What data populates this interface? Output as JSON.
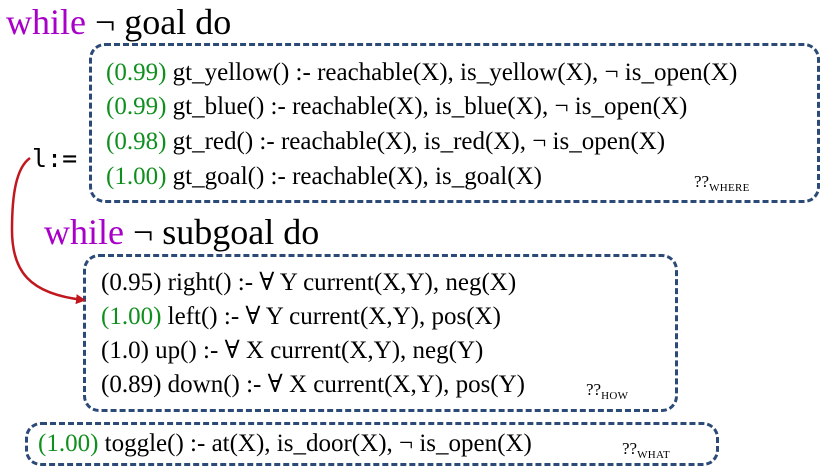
{
  "outer_loop": {
    "keyword": "while",
    "negation": "¬",
    "condition": "goal do"
  },
  "assignment": {
    "label": "l:="
  },
  "where_block": {
    "rules": [
      {
        "weight": "(0.99)",
        "body": " gt_yellow() :- reachable(X), is_yellow(X), ¬ is_open(X)"
      },
      {
        "weight": "(0.99)",
        "body": " gt_blue() :- reachable(X), is_blue(X), ¬ is_open(X)"
      },
      {
        "weight": "(0.98)",
        "body": " gt_red() :- reachable(X), is_red(X), ¬ is_open(X)"
      },
      {
        "weight": "(1.00)",
        "body": " gt_goal() :- reachable(X), is_goal(X)"
      }
    ],
    "tag": {
      "prefix": "??",
      "sub": "WHERE"
    }
  },
  "inner_loop": {
    "keyword": "while",
    "negation": "¬",
    "condition": "subgoal do"
  },
  "how_block": {
    "rules": [
      {
        "weight": "(0.95)",
        "body": " right() :- ∀ Y current(X,Y), neg(X)"
      },
      {
        "weight": "(1.00)",
        "body": " left() :- ∀ Y current(X,Y), pos(X)"
      },
      {
        "weight": "(1.0)",
        "body": " up() :- ∀ X current(X,Y), neg(Y)"
      },
      {
        "weight": "(0.89)",
        "body": " down() :- ∀ X current(X,Y), pos(Y)"
      }
    ],
    "tag": {
      "prefix": "??",
      "sub": "HOW"
    }
  },
  "what_block": {
    "rules": [
      {
        "weight": "(1.00)",
        "body": " toggle() :- at(X), is_door(X), ¬ is_open(X)"
      }
    ],
    "tag": {
      "prefix": "??",
      "sub": "WHAT"
    }
  },
  "colors": {
    "keyword": "#a800c8",
    "weight": "#0f8f1e",
    "box_border": "#2b4a78",
    "arrow": "#c0181e"
  }
}
